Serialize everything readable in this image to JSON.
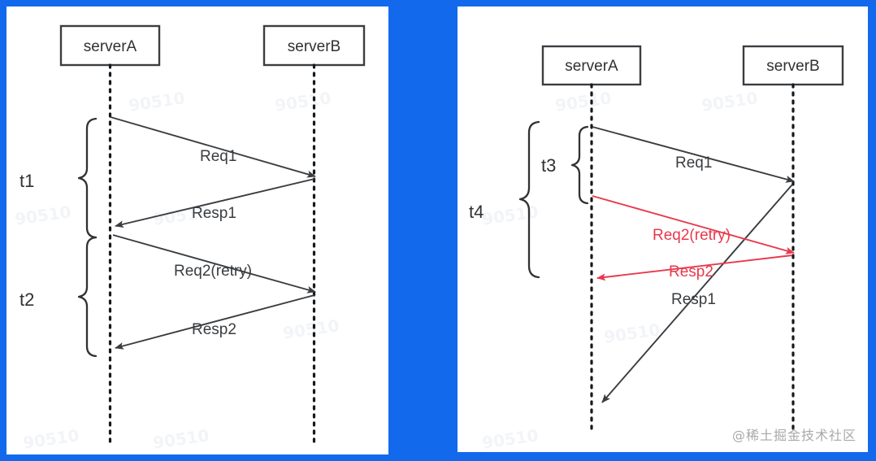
{
  "theme": {
    "background_color": "#1369ec",
    "panel_color": "#ffffff",
    "line_color": "#3a3d40",
    "accent_red": "#e8394c",
    "watermark_color": "#a9a9a9"
  },
  "credit": {
    "text": "@稀土掘金技术社区"
  },
  "background_watermarks": [
    {
      "text": "90510"
    },
    {
      "text": "90510"
    },
    {
      "text": "90510"
    },
    {
      "text": "90510"
    },
    {
      "text": "90510"
    },
    {
      "text": "90510"
    },
    {
      "text": "90510"
    },
    {
      "text": "90510"
    },
    {
      "text": "90510"
    },
    {
      "text": "90510"
    }
  ],
  "left_panel": {
    "participants": [
      {
        "name": "serverA"
      },
      {
        "name": "serverB"
      }
    ],
    "time_brackets": [
      {
        "label": "t1"
      },
      {
        "label": "t2"
      }
    ],
    "messages": [
      {
        "label": "Req1",
        "direction": "a-to-b",
        "color": "#3a3d40"
      },
      {
        "label": "Resp1",
        "direction": "b-to-a",
        "color": "#3a3d40"
      },
      {
        "label": "Req2(retry)",
        "direction": "a-to-b",
        "color": "#3a3d40"
      },
      {
        "label": "Resp2",
        "direction": "b-to-a",
        "color": "#3a3d40"
      }
    ]
  },
  "right_panel": {
    "participants": [
      {
        "name": "serverA"
      },
      {
        "name": "serverB"
      }
    ],
    "time_brackets": [
      {
        "label": "t3"
      },
      {
        "label": "t4"
      }
    ],
    "messages": [
      {
        "label": "Req1",
        "direction": "a-to-b",
        "color": "#3a3d40"
      },
      {
        "label": "Req2(retry)",
        "direction": "a-to-b",
        "color": "#e8394c"
      },
      {
        "label": "Resp2",
        "direction": "b-to-a",
        "color": "#e8394c"
      },
      {
        "label": "Resp1",
        "direction": "b-to-a",
        "color": "#3a3d40"
      }
    ]
  }
}
